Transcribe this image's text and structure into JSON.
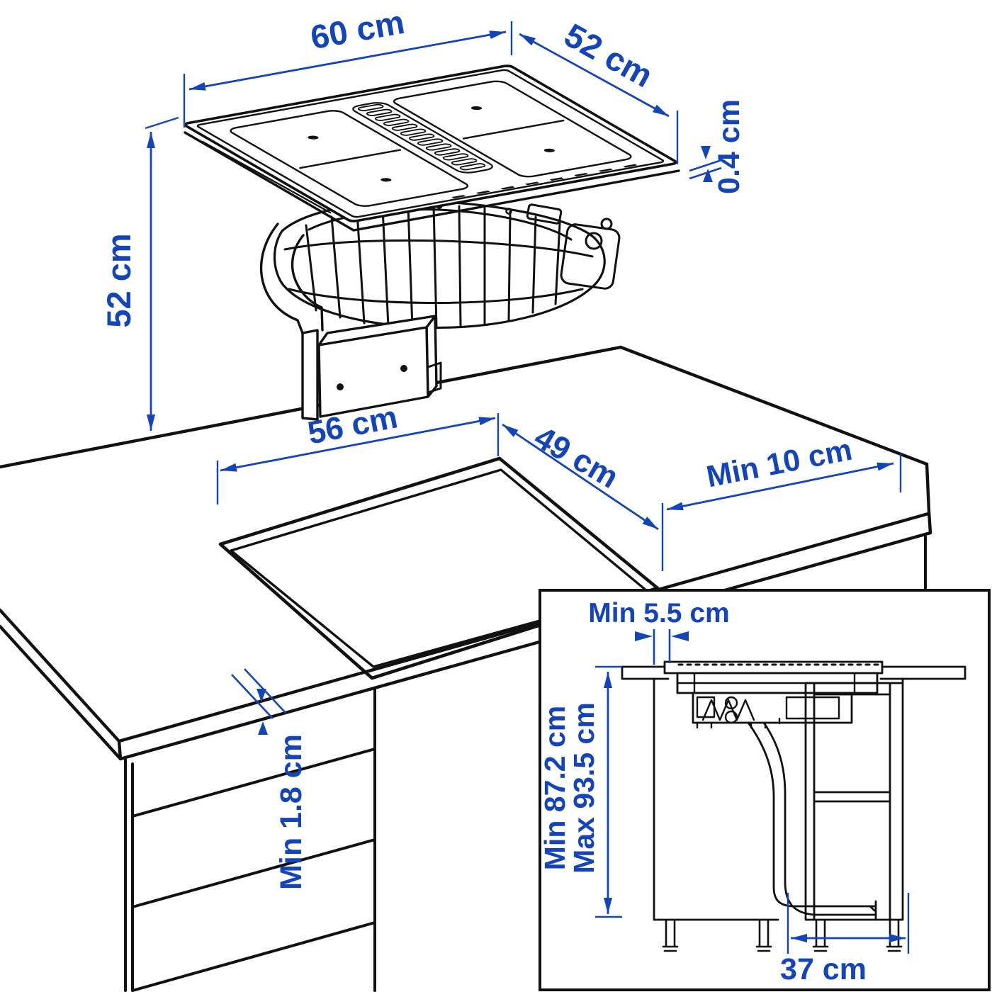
{
  "accent_color": "#1445B8",
  "line_color": "#111111",
  "labels": {
    "hob_width": "60 cm",
    "hob_depth": "52 cm",
    "hob_thickness": "0.4 cm",
    "clearance_height": "52 cm",
    "cutout_width": "56 cm",
    "cutout_depth": "49 cm",
    "edge_clearance": "Min 10 cm",
    "worktop_thickness": "Min 1.8 cm",
    "inset": {
      "front_gap": "Min 5.5 cm",
      "height_min": "Min 87.2 cm",
      "height_max": "Max 93.5 cm",
      "base_width": "37 cm"
    }
  }
}
